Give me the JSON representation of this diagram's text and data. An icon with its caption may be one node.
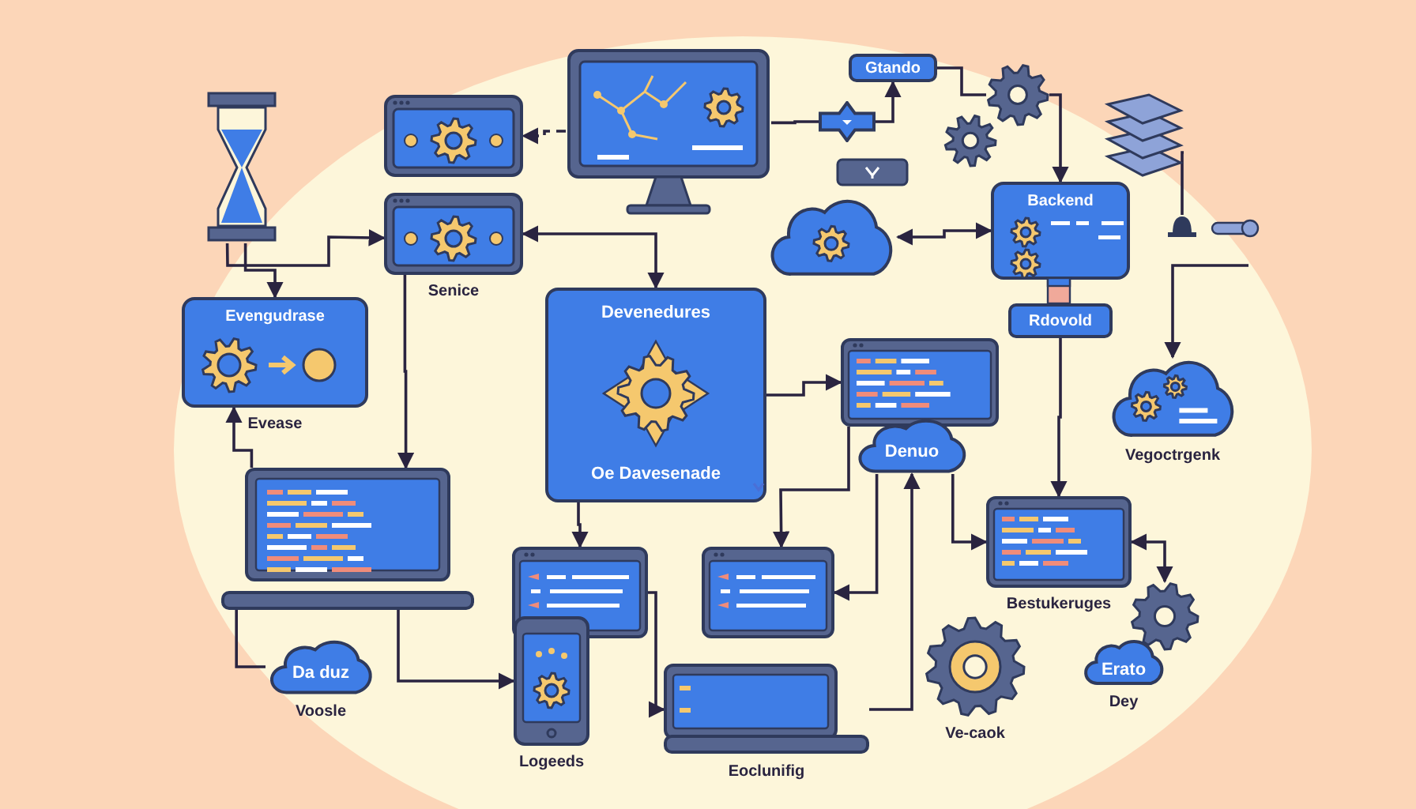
{
  "diagram": {
    "nodes": [
      {
        "text": [],
        "shape": "picture"
      },
      {
        "text": [],
        "shape": "picture"
      },
      {
        "text": [],
        "shape": "picture"
      },
      {
        "text": [],
        "shape": "picture",
        "beside": [
          "Senice"
        ]
      },
      {
        "text": [
          "Evengudrase"
        ],
        "beside": [
          "Evease"
        ]
      },
      {
        "text": [
          "Devenedures",
          "Oe Davesenade"
        ]
      },
      {
        "text": [],
        "shape": "diamond"
      },
      {
        "text": [
          "Gtando"
        ]
      },
      {
        "text": [],
        "shape": "picture"
      },
      {
        "text": [],
        "shape": "picture"
      },
      {
        "text": [],
        "shape": "picture"
      },
      {
        "text": [],
        "shape": "cloud"
      },
      {
        "text": [
          "Backend"
        ]
      },
      {
        "text": [
          "Rdovold"
        ]
      },
      {
        "text": [],
        "shape": "cloud",
        "beside": [
          "Vegoctrgenk"
        ]
      },
      {
        "text": [],
        "shape": "picture"
      },
      {
        "text": [],
        "shape": "picture"
      },
      {
        "text": [
          "Da duz"
        ],
        "beside": [
          "Voosle"
        ]
      },
      {
        "text": [],
        "shape": "picture"
      },
      {
        "text": [],
        "shape": "picture",
        "beside": [
          "Logeeds"
        ]
      },
      {
        "text": [],
        "shape": "picture"
      },
      {
        "text": [
          "Denuo"
        ]
      },
      {
        "text": [],
        "shape": "picture",
        "beside": [
          "Bestukeruges"
        ]
      },
      {
        "text": [],
        "shape": "picture",
        "beside": [
          "Eoclunifig"
        ]
      },
      {
        "text": [],
        "shape": "picture",
        "beside": [
          "Ve-caok"
        ]
      },
      {
        "text": [],
        "shape": "picture"
      },
      {
        "text": [
          "Erato"
        ],
        "beside": [
          "Dey"
        ]
      },
      {
        "text": [],
        "shape": "picture"
      }
    ],
    "edges": [
      {
        "from": 1,
        "to": 2,
        "arrow": "to",
        "style": "dashed"
      },
      {
        "from": 0,
        "to": 3,
        "arrow": "to"
      },
      {
        "from": 0,
        "to": 4,
        "arrow": "to"
      },
      {
        "from": 3,
        "to": 5,
        "arrow": "both"
      },
      {
        "from": 1,
        "to": 6,
        "arrow": "none"
      },
      {
        "from": 6,
        "to": 7,
        "arrow": "to"
      },
      {
        "from": 8,
        "to": 7,
        "arrow": "none"
      },
      {
        "from": 8,
        "to": 12,
        "arrow": "to"
      },
      {
        "from": 11,
        "to": 12,
        "arrow": "both"
      },
      {
        "from": 13,
        "to": 22,
        "arrow": "to"
      },
      {
        "from": null,
        "to": 14,
        "arrow": "to"
      },
      {
        "from": 16,
        "to": 4,
        "arrow": "to"
      },
      {
        "from": 3,
        "to": 16,
        "arrow": "to"
      },
      {
        "from": 16,
        "to": 19,
        "arrow": "to"
      },
      {
        "from": 16,
        "to": 17,
        "arrow": "none"
      },
      {
        "from": 5,
        "to": 18,
        "arrow": "to"
      },
      {
        "from": 18,
        "to": 23,
        "arrow": "to"
      },
      {
        "from": 21,
        "to": 20,
        "arrow": "to"
      },
      {
        "from": 21,
        "to": 22,
        "arrow": "to"
      },
      {
        "from": 23,
        "to": 21,
        "arrow": "to"
      },
      {
        "from": 15,
        "to": 20,
        "arrow": "to"
      },
      {
        "from": 22,
        "to": 25,
        "arrow": "both"
      },
      {
        "from": 5,
        "to": 15,
        "arrow": "to"
      },
      {
        "from": 10,
        "to": 27,
        "arrow": "none"
      }
    ]
  }
}
